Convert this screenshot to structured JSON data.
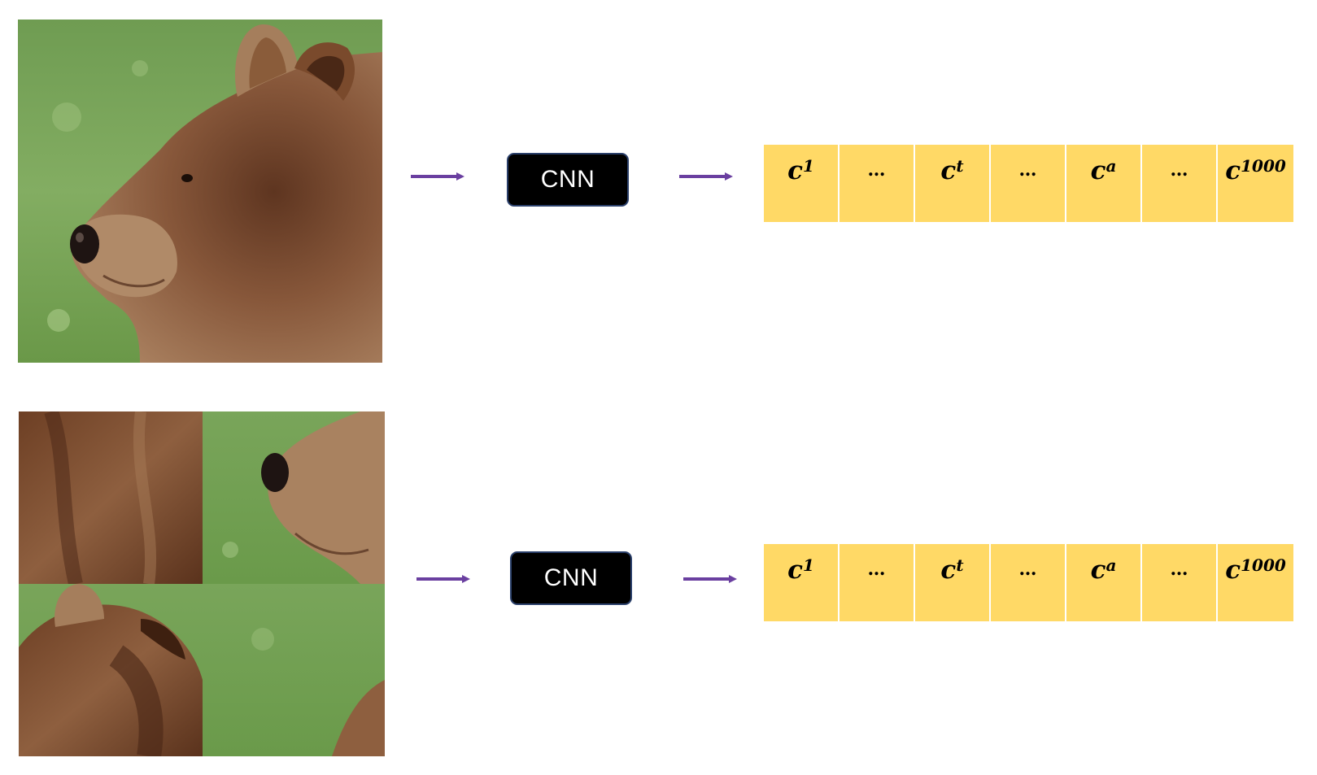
{
  "colors": {
    "arrow": "#6a3fa0",
    "cell_fill": "#ffd966",
    "cnn_fill": "#000000",
    "cnn_text": "#ffffff",
    "grass": "#6e9e4e",
    "fur": "#7a4a2c"
  },
  "rows": [
    {
      "image": "bear-face-photo",
      "cnn_label": "CNN",
      "cells": [
        {
          "base": "c",
          "sub": "1"
        },
        {
          "base": "…",
          "sub": ""
        },
        {
          "base": "c",
          "sub": "t"
        },
        {
          "base": "…",
          "sub": ""
        },
        {
          "base": "c",
          "sub": "a"
        },
        {
          "base": "…",
          "sub": ""
        },
        {
          "base": "c",
          "sub": "1000"
        }
      ]
    },
    {
      "image": "shuffled-bear-patches-photo",
      "cnn_label": "CNN",
      "cells": [
        {
          "base": "c",
          "sub": "1"
        },
        {
          "base": "…",
          "sub": ""
        },
        {
          "base": "c",
          "sub": "t"
        },
        {
          "base": "…",
          "sub": ""
        },
        {
          "base": "c",
          "sub": "a"
        },
        {
          "base": "…",
          "sub": ""
        },
        {
          "base": "c",
          "sub": "1000"
        }
      ]
    }
  ]
}
